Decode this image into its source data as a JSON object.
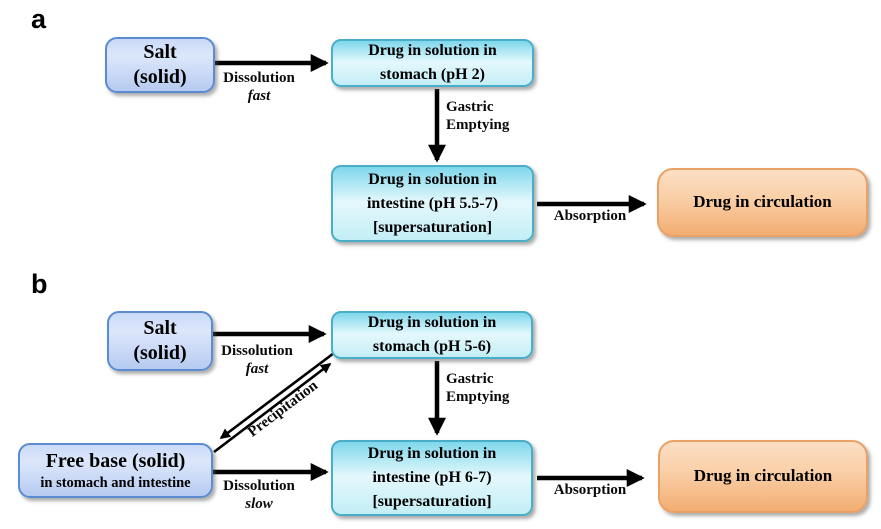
{
  "figure": {
    "panels": [
      {
        "label": "a",
        "nodes": {
          "salt": {
            "line1": "Salt",
            "line2": "(solid)"
          },
          "stomach": {
            "line1": "Drug in solution in",
            "line2": "stomach (pH 2)"
          },
          "intestine": {
            "line1": "Drug in solution in",
            "line2": "intestine (pH 5.5-7)",
            "line3": "[supersaturation]"
          },
          "circulation": {
            "label": "Drug in circulation"
          }
        },
        "edges": {
          "dissolution": {
            "label": "Dissolution",
            "rate": "fast"
          },
          "gastric_emptying": {
            "line1": "Gastric",
            "line2": "Emptying"
          },
          "absorption": {
            "label": "Absorption"
          }
        }
      },
      {
        "label": "b",
        "nodes": {
          "salt": {
            "line1": "Salt",
            "line2": "(solid)"
          },
          "stomach": {
            "line1": "Drug in solution in",
            "line2": "stomach (pH 5-6)"
          },
          "freebase": {
            "line1": "Free base (solid)",
            "line2": "in stomach and intestine"
          },
          "intestine": {
            "line1": "Drug in solution in",
            "line2": "intestine (pH 6-7)",
            "line3": "[supersaturation]"
          },
          "circulation": {
            "label": "Drug in circulation"
          }
        },
        "edges": {
          "dissolution_salt": {
            "label": "Dissolution",
            "rate": "fast"
          },
          "precipitation": {
            "label": "Precipitation"
          },
          "dissolution_freebase": {
            "label": "Dissolution",
            "rate": "slow"
          },
          "gastric_emptying": {
            "line1": "Gastric",
            "line2": "Emptying"
          },
          "absorption": {
            "label": "Absorption"
          }
        }
      }
    ],
    "colors": {
      "salt_border": "#5b8bd0",
      "salt_fill_top": "#c9d9f7",
      "salt_fill_bottom": "#b6cbf1",
      "solution_border": "#4aaec8",
      "solution_fill_top": "#7fd7eb",
      "solution_fill_bottom": "#c3eef6",
      "circulation_border": "#e9a265",
      "circulation_fill_top": "#fcdfc4",
      "circulation_fill_bottom": "#f3ad72",
      "arrow": "#000000",
      "background": "#ffffff"
    }
  }
}
